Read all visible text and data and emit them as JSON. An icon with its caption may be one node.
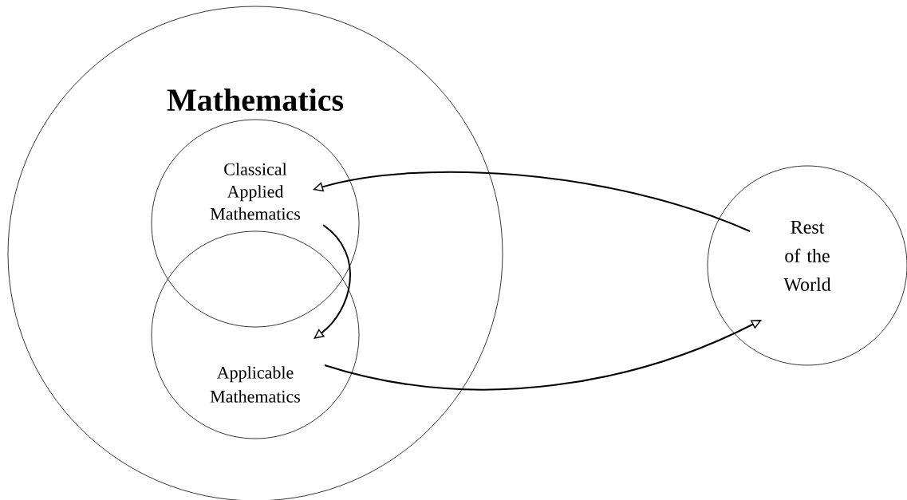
{
  "diagram": {
    "nodes": [
      {
        "text": [
          "Mathematics"
        ]
      },
      {
        "text": [
          "Classical Applied Mathematics"
        ],
        "in": 0
      },
      {
        "text": [
          "Applicable Mathematics"
        ],
        "in": 0
      },
      {
        "text": [
          "Rest of the World"
        ]
      }
    ],
    "edges": [
      {
        "from": 3,
        "to": 1,
        "arrow": "to"
      },
      {
        "from": 1,
        "to": 2,
        "arrow": "to"
      },
      {
        "from": 2,
        "to": 3,
        "arrow": "to"
      }
    ]
  }
}
